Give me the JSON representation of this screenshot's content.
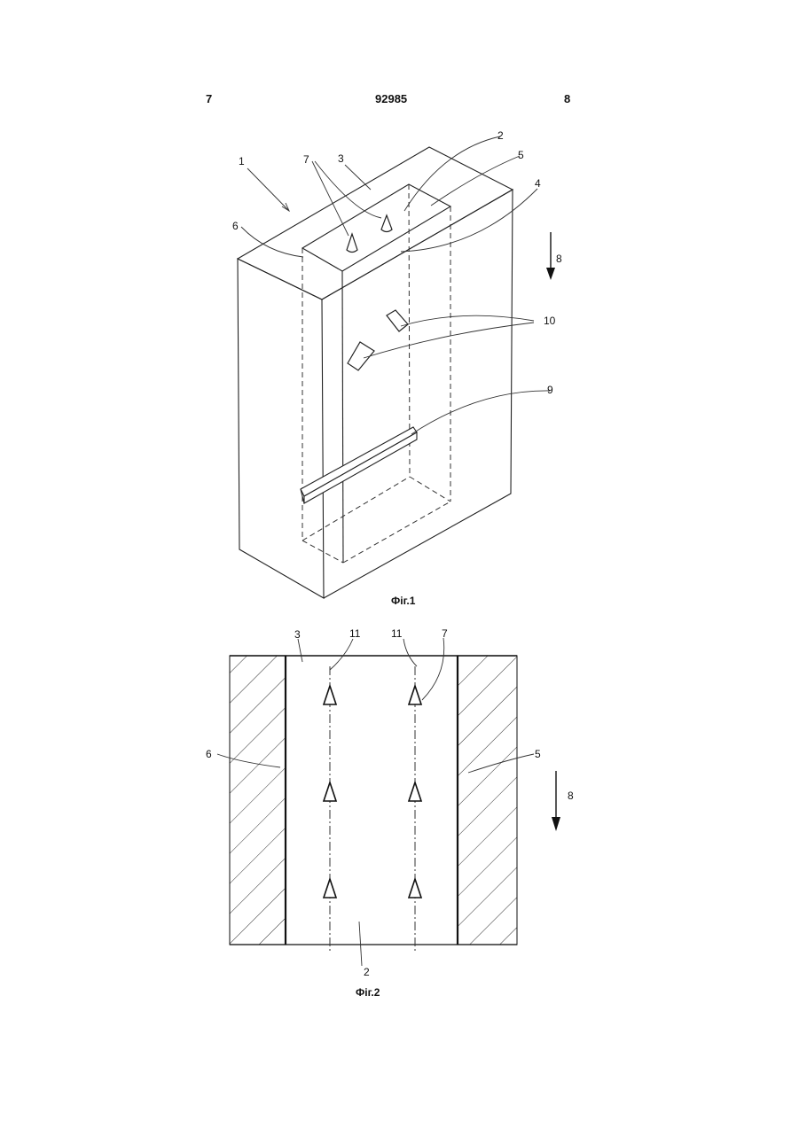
{
  "header": {
    "left_page": "7",
    "patent_number": "92985",
    "right_page": "8"
  },
  "figure1": {
    "caption": "Фіг.1",
    "labels": {
      "l1": "1",
      "l2": "2",
      "l3": "3",
      "l4": "4",
      "l5": "5",
      "l6": "6",
      "l7": "7",
      "l8": "8",
      "l9": "9",
      "l10": "10"
    }
  },
  "figure2": {
    "caption": "Фіг.2",
    "labels": {
      "l2": "2",
      "l3": "3",
      "l5": "5",
      "l6": "6",
      "l7": "7",
      "l8": "8",
      "l11a": "11",
      "l11b": "11"
    }
  }
}
